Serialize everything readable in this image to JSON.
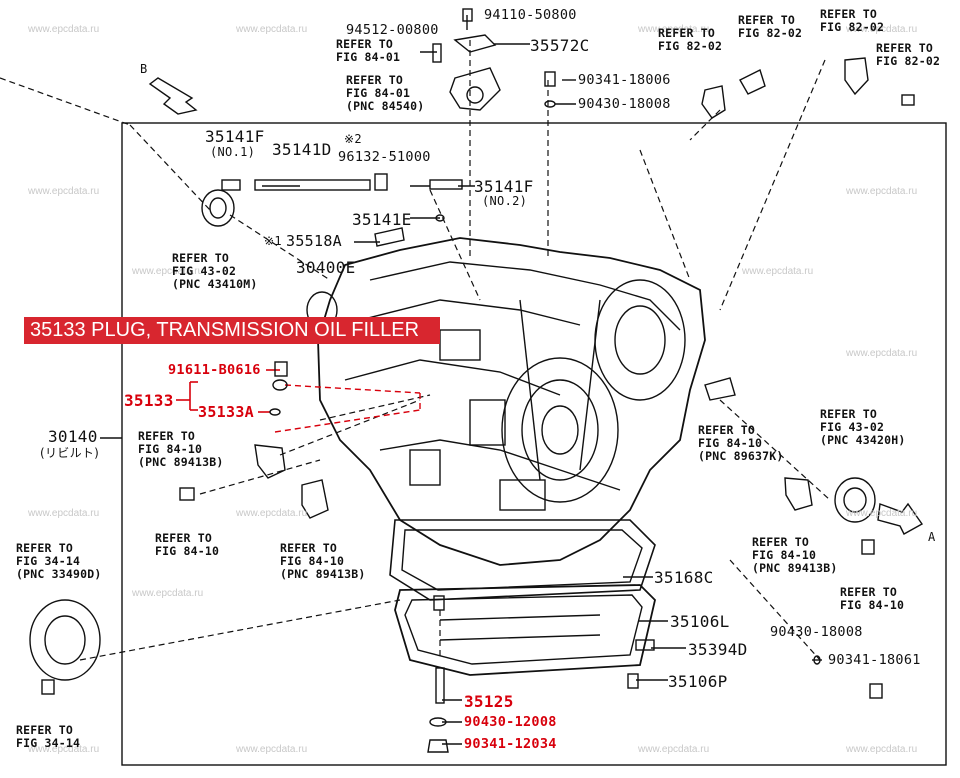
{
  "banner": "35133 PLUG, TRANSMISSION OIL FILLER",
  "watermark": "www.epcdata.ru",
  "view_arrows": {
    "b": "B",
    "a": "A"
  },
  "notes": {
    "note2": "※2",
    "note1": "※1"
  },
  "parts": {
    "p94110": "94110-50800",
    "p94512": "94512-00800",
    "p35572c": "35572C",
    "p90341_18006": "90341-18006",
    "p90430_18008": "90430-18008",
    "p35141f_no1": "35141F",
    "p35141f_no1_sub": "(NO.1)",
    "p35141d": "35141D",
    "p96132": "96132-51000",
    "p35141f_no2": "35141F",
    "p35141f_no2_sub": "(NO.2)",
    "p35141e": "35141E",
    "p35518a": "35518A",
    "p30400e": "30400E",
    "p91611": "91611-B0616",
    "p35133": "35133",
    "p35133a": "35133A",
    "p30140": "30140",
    "p30140_sub": "(リビルト)",
    "p35168c": "35168C",
    "p35106l": "35106L",
    "p90430_18008_b": "90430-18008",
    "p35394d": "35394D",
    "p90341_18061": "90341-18061",
    "p35106p": "35106P",
    "p35125": "35125",
    "p90430_12008": "90430-12008",
    "p90341_12034": "90341-12034"
  },
  "refs": {
    "r_fig84_01_a": "REFER TO\nFIG 84-01",
    "r_fig84_01_b": "REFER TO\nFIG 84-01\n(PNC 84540)",
    "r_fig82_02_a": "REFER TO\nFIG 82-02",
    "r_fig82_02_b": "REFER TO\nFIG 82-02",
    "r_fig82_02_c": "REFER TO\nFIG 82-02",
    "r_fig82_02_d": "REFER TO\nFIG 82-02",
    "r_fig43_02_a": "REFER TO\nFIG 43-02\n(PNC 43410M)",
    "r_fig84_10_a": "REFER TO\nFIG 84-10\n(PNC 89413B)",
    "r_fig84_10_b": "REFER TO\nFIG 84-10",
    "r_fig84_10_c": "REFER TO\nFIG 84-10\n(PNC 89413B)",
    "r_fig84_10_d": "REFER TO\nFIG 84-10\n(PNC 89637K)",
    "r_fig43_02_b": "REFER TO\nFIG 43-02\n(PNC 43420H)",
    "r_fig84_10_e": "REFER TO\nFIG 84-10\n(PNC 89413B)",
    "r_fig84_10_f": "REFER TO\nFIG 84-10",
    "r_fig34_14_a": "REFER TO\nFIG 34-14\n(PNC 33490D)",
    "r_fig34_14_b": "REFER TO\nFIG 34-14"
  },
  "colors": {
    "highlight": "#d8000c",
    "banner_bg": "#d8262f",
    "ink": "#111111"
  }
}
